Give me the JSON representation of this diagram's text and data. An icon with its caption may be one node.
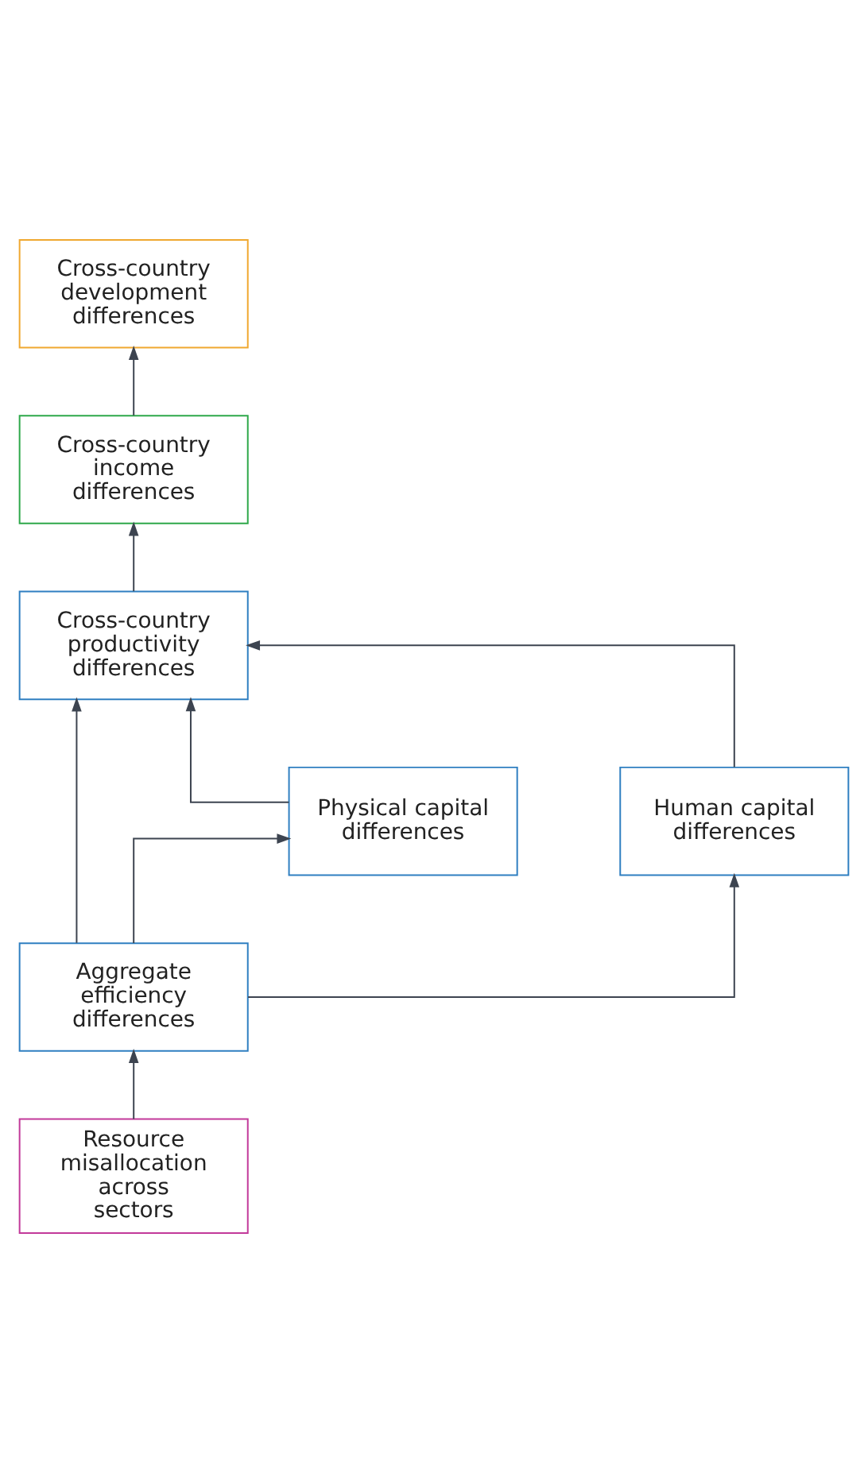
{
  "diagram": {
    "nodes": [
      {
        "text": [
          "Cross-country development differences"
        ]
      },
      {
        "text": [
          "Cross-country income differences"
        ]
      },
      {
        "text": [
          "Cross-country productivity differences"
        ]
      },
      {
        "text": [
          "Physical capital differences"
        ]
      },
      {
        "text": [
          "Human capital differences"
        ]
      },
      {
        "text": [
          "Aggregate efficiency differences"
        ]
      },
      {
        "text": [
          "Resource misallocation across sectors"
        ]
      }
    ],
    "edges": [
      {
        "from": 1,
        "to": 0,
        "arrow": "to"
      },
      {
        "from": 2,
        "to": 1,
        "arrow": "to"
      },
      {
        "from": 3,
        "to": 2,
        "arrow": "to"
      },
      {
        "from": 4,
        "to": 2,
        "arrow": "to"
      },
      {
        "from": 5,
        "to": 2,
        "arrow": "to"
      },
      {
        "from": 5,
        "to": 3,
        "arrow": "to"
      },
      {
        "from": 5,
        "to": 4,
        "arrow": "to"
      },
      {
        "from": 6,
        "to": 5,
        "arrow": "to"
      }
    ]
  }
}
